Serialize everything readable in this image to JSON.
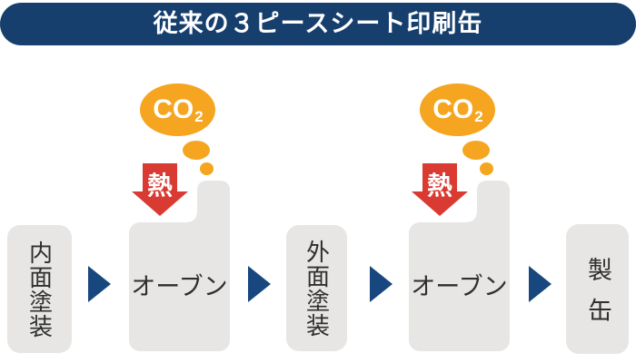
{
  "header": {
    "title": "従来の３ピースシート印刷缶"
  },
  "colors": {
    "header_navy": "#163F6D",
    "arrow_blue": "#17477E",
    "bubble_orange": "#F5A51F",
    "heat_red": "#D93A32",
    "box_gray": "#E7E6E4",
    "label_dark": "#2F2F2F",
    "co2_white": "#FFFFFF"
  },
  "annotations": {
    "co2_main": "CO",
    "co2_sub": "2",
    "heat_label": "熱"
  },
  "flow": {
    "steps": [
      {
        "label": "内面塗装"
      },
      {
        "label": "オーブン"
      },
      {
        "label": "外面塗装"
      },
      {
        "label": "オーブン"
      },
      {
        "label": "製缶"
      }
    ]
  }
}
